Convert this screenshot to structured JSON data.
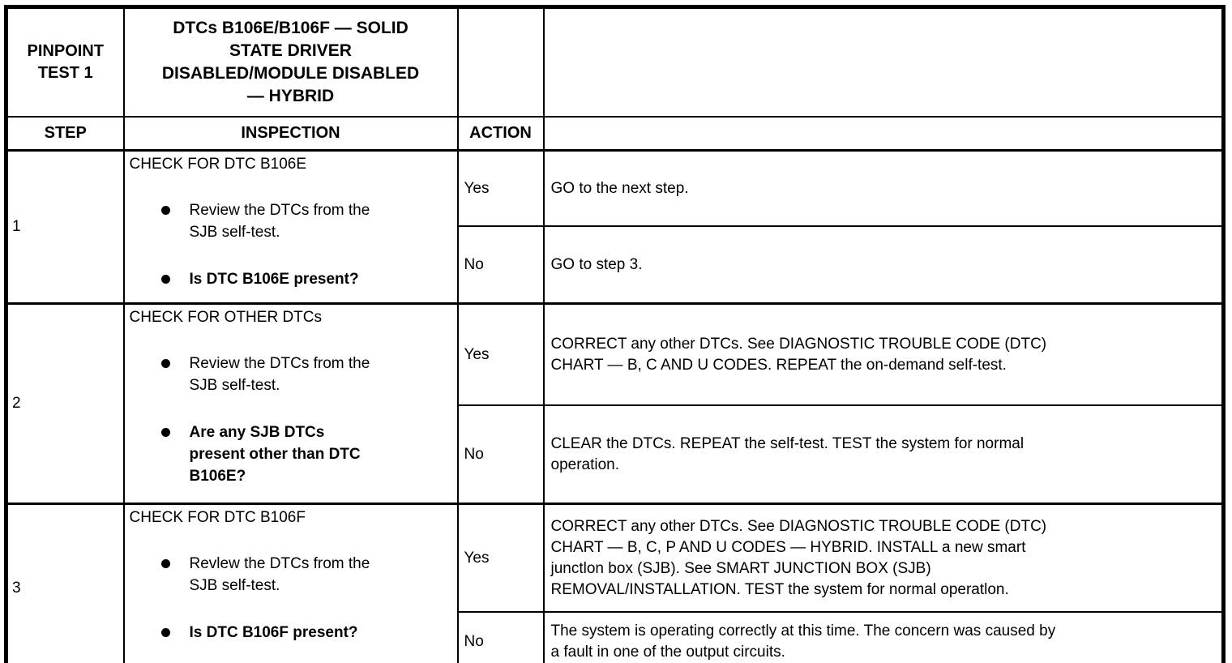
{
  "document": {
    "colors": {
      "border": "#000000",
      "background": "#ffffff",
      "text": "#000000"
    },
    "header": {
      "test_label": "PINPOINT\nTEST 1",
      "title": "DTCs B106E/B106F — SOLID\nSTATE DRIVER\nDISABLED/MODULE DISABLED\n— HYBRID",
      "columns": {
        "step": "STEP",
        "inspection": "INSPECTION",
        "action": "ACTION"
      }
    },
    "steps": [
      {
        "number": "1",
        "check_title": "CHECK FOR DTC B106E",
        "bullets": [
          {
            "text": "Review the DTCs from the\nSJB self-test.",
            "bold": false
          },
          {
            "text": "Is DTC B106E present?",
            "bold": true
          }
        ],
        "yes_label": "Yes",
        "yes_action": "GO to the next step.",
        "no_label": "No",
        "no_action": "GO to step 3."
      },
      {
        "number": "2",
        "check_title": "CHECK FOR OTHER DTCs",
        "bullets": [
          {
            "text": "Review the DTCs from the\nSJB self-test.",
            "bold": false
          },
          {
            "text": "Are any SJB DTCs\npresent other than DTC\nB106E?",
            "bold": true
          }
        ],
        "yes_label": "Yes",
        "yes_action": "CORRECT any other DTCs. See DIAGNOSTIC TROUBLE CODE (DTC)\nCHART — B, C AND U CODES. REPEAT the on-demand self-test.",
        "no_label": "No",
        "no_action": "CLEAR the DTCs. REPEAT the self-test. TEST the system for normal\noperation."
      },
      {
        "number": "3",
        "check_title": "CHECK FOR DTC B106F",
        "bullets": [
          {
            "text": "Revlew the DTCs from the\nSJB self-test.",
            "bold": false
          },
          {
            "text": "Is DTC B106F present?",
            "bold": true
          }
        ],
        "yes_label": "Yes",
        "yes_action": "CORRECT any other DTCs. See DIAGNOSTIC TROUBLE CODE (DTC)\nCHART — B, C, P AND U CODES — HYBRID. INSTALL a new smart\njunctlon box (SJB). See SMART JUNCTION BOX (SJB)\nREMOVAL/INSTALLATION. TEST the system for normal operatlon.",
        "no_label": "No",
        "no_action": "The system is operating correctly at this time. The concern was caused by\na fault in one of the output circuits."
      }
    ]
  }
}
